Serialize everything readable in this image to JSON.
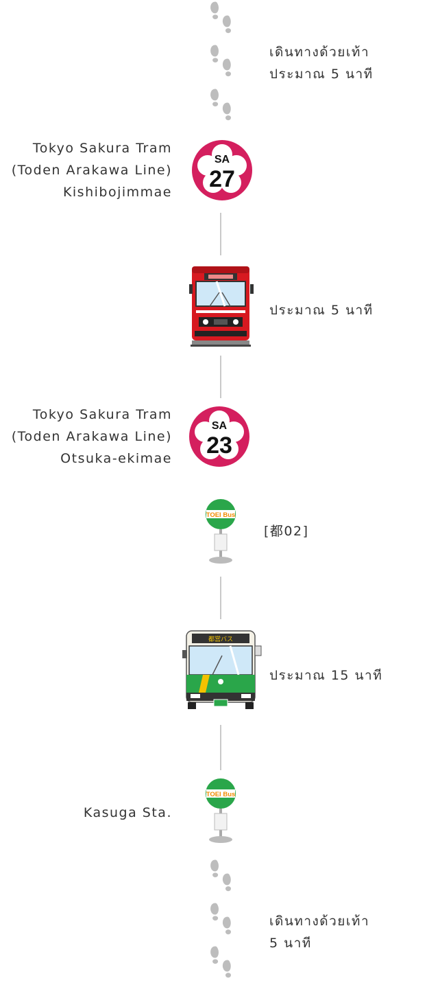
{
  "colors": {
    "step_gray": "#bdbdbd",
    "line_gray": "#c9c9c9",
    "tram_pink": "#d41f5e",
    "tram_red": "#d71920",
    "bus_green": "#2aa64a",
    "toei_orange": "#f08c00"
  },
  "route": {
    "walk1": {
      "line1": "เดินทางด้วยเท้า",
      "line2": "ประมาณ 5 นาที",
      "icon": "footprints-icon"
    },
    "station1": {
      "line1": "Tokyo Sakura Tram",
      "line2": "(Toden Arakawa Line)",
      "line3": "Kishibojimmae",
      "code": "SA",
      "number": "27"
    },
    "tram_ride": {
      "duration": "ประมาณ 5 นาที",
      "icon": "tram-icon"
    },
    "station2": {
      "line1": "Tokyo Sakura Tram",
      "line2": "(Toden Arakawa Line)",
      "line3": "Otsuka-ekimae",
      "code": "SA",
      "number": "23"
    },
    "bus_stop1": {
      "route": "[都02]",
      "sign": "TOEI Bus"
    },
    "bus_ride": {
      "duration": "ประมาณ 15 นาที",
      "destination_sign": "都営バス",
      "icon": "bus-icon"
    },
    "bus_stop2": {
      "name": "Kasuga Sta.",
      "sign": "TOEI Bus"
    },
    "walk2": {
      "line1": "เดินทางด้วยเท้า",
      "line2": "5 นาที",
      "icon": "footprints-icon"
    }
  }
}
